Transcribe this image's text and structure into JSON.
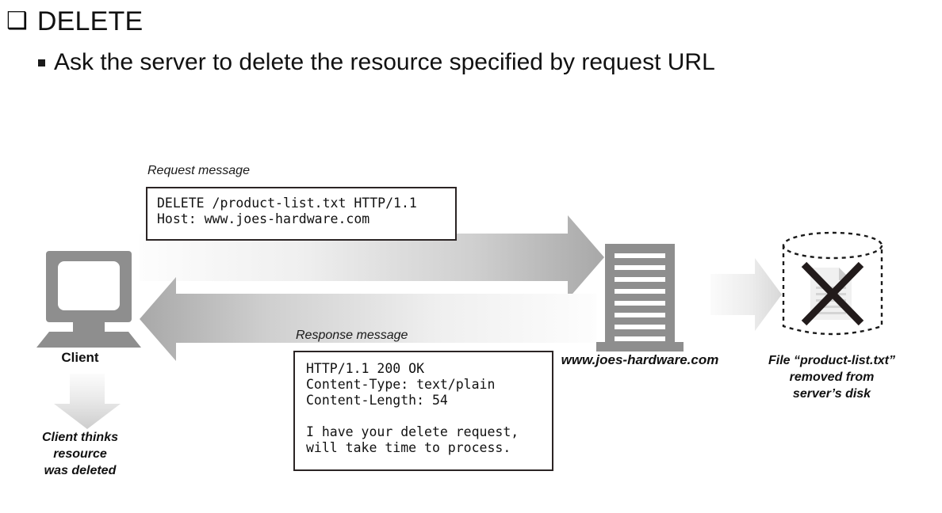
{
  "slide": {
    "bullet_glyph": "❑",
    "title": "DELETE",
    "sub_bullet_icon": "square-bullet-icon",
    "subtitle": "Ask the server to delete the resource specified by request URL"
  },
  "figure": {
    "request": {
      "caption": "Request message",
      "body": "DELETE /product-list.txt HTTP/1.1\nHost: www.joes-hardware.com"
    },
    "response": {
      "caption": "Response message",
      "body": "HTTP/1.1 200 OK\nContent-Type: text/plain\nContent-Length: 54\n\nI have your delete request,\nwill take time to process."
    },
    "client": {
      "icon": "desktop-computer-icon",
      "label": "Client",
      "arrow_icon": "down-arrow-icon",
      "note": "Client thinks\nresource\nwas deleted"
    },
    "server": {
      "icon": "server-tower-icon",
      "label": "www.joes-hardware.com"
    },
    "disk": {
      "icon": "disk-cylinder-icon",
      "file_icon": "document-icon",
      "delete_icon": "x-cross-icon",
      "note": "File “product-list.txt”\nremoved from\nserver’s disk"
    },
    "arrows": {
      "request_arrow": "right-arrow-icon",
      "response_arrow": "left-arrow-icon",
      "delete_arrow": "right-arrow-icon"
    }
  },
  "colors": {
    "ink": "#111111",
    "box_border": "#2b2424",
    "icon_gray": "#8e8e8e",
    "arrow_dark": "#a9a9a9",
    "arrow_light": "#fbfbfb",
    "background": "#ffffff"
  }
}
